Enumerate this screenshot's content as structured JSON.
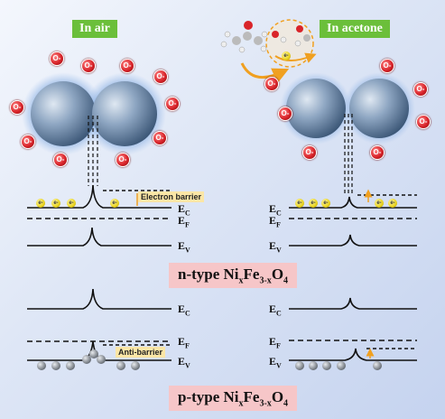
{
  "labels": {
    "air": "In air",
    "acetone": "In acetone",
    "n_type": {
      "pre": "n-type Ni",
      "s1": "x",
      "mid1": "Fe",
      "s2": "3-x",
      "mid2": "O",
      "s3": "4"
    },
    "p_type": {
      "pre": "p-type Ni",
      "s1": "x",
      "mid1": "Fe",
      "s2": "3-x",
      "mid2": "O",
      "s3": "4"
    },
    "electron_barrier": "Electron barrier",
    "anti_barrier": "Anti-barrier",
    "band_E": "E",
    "band_C": "C",
    "band_F": "F",
    "band_V": "V",
    "oxygen_ion": "O",
    "oxygen_charge": "-",
    "electron": "e",
    "electron_charge": "-"
  },
  "colors": {
    "tag_green": "#6bbf3a",
    "oxygen_red": "#d9242a",
    "sphere_blue": "#6e8fb3",
    "halo": "#8fb6e8",
    "electron_yellow": "#e8d21e",
    "hole_gray": "#8a8f96",
    "arrow_orange": "#f0a020"
  }
}
